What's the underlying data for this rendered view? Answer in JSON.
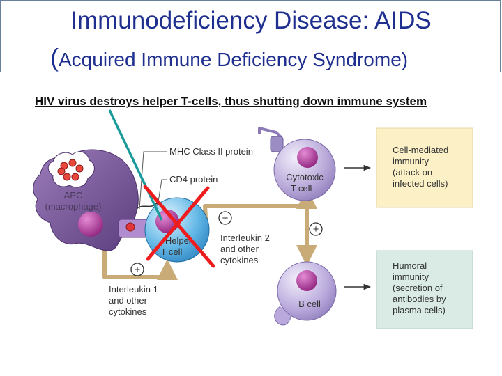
{
  "title": {
    "line1": "Immunodeficiency Disease: AIDS",
    "line2_paren_open": "(",
    "line2_text": "Acquired Immune Deficiency Syndrome",
    "line2_paren_close": ")"
  },
  "caption": "HIV virus destroys helper T-cells, thus shutting down immune system",
  "diagram": {
    "mhc_label": "MHC Class II protein",
    "cd4_label": "CD4 protein",
    "apc_line1": "APC",
    "apc_line2": "(macrophage)",
    "helper_line1": "Helper",
    "helper_line2": "T cell",
    "cytotoxic_line1": "Cytotoxic",
    "cytotoxic_line2": "T cell",
    "bcell_label": "B cell",
    "il2_line1": "Interleukin 2",
    "il2_line2": "and other",
    "il2_line3": "cytokines",
    "il1_line1": "Interleukin 1",
    "il1_line2": "and other",
    "il1_line3": "cytokines",
    "cell_mediated": [
      "Cell-mediated",
      "immunity",
      "(attack on",
      "infected cells)"
    ],
    "humoral": [
      "Humoral",
      "immunity",
      "(secretion of",
      "antibodies by",
      "plasma cells)"
    ],
    "minus_sign": "−",
    "plus_sign": "+",
    "colors": {
      "apc": "#7d5a9c",
      "helper": "#62b7e6",
      "cytotoxic": "#b7a7d8",
      "bcell": "#b9a9dc",
      "arrow": "#c8ab77",
      "cross": "#ee1c1c",
      "pointer": "#1a9a9a",
      "box_yellow": "#fbf0c6",
      "box_green": "#d9ebe4"
    }
  }
}
